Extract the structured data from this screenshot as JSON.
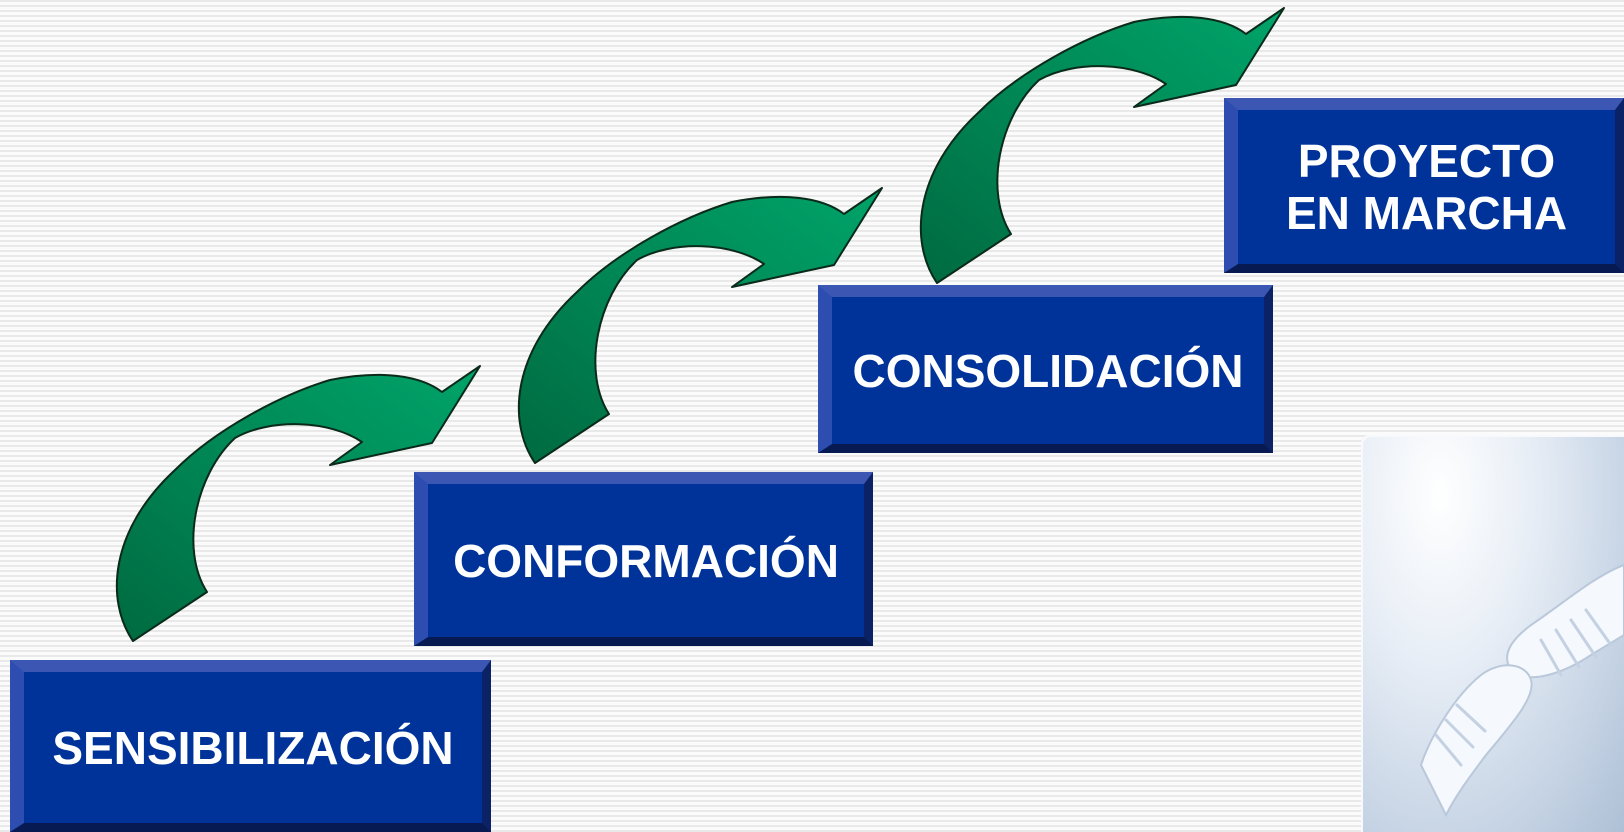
{
  "steps": [
    {
      "label": "SENSIBILIZACIÓN"
    },
    {
      "label": "CONFORMACIÓN"
    },
    {
      "label": "CONSOLIDACIÓN"
    },
    {
      "label": "PROYECTO\nEN MARCHA"
    }
  ],
  "colors": {
    "box_fill": "#00339a",
    "box_text": "#ffffff",
    "arrow_fill": "#00965e",
    "arrow_dark": "#006e44",
    "background": "#f4f4f4"
  },
  "icons": {
    "arrow": "curved-green-arrow",
    "photo": "clasped-hands-photo"
  }
}
